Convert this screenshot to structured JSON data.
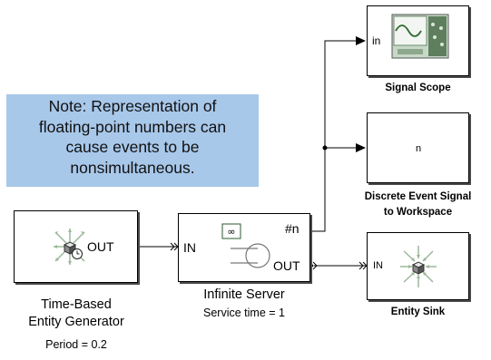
{
  "note": {
    "lines": [
      "Note: Representation of",
      "floating-point numbers can",
      "cause events to be",
      "nonsimultaneous."
    ]
  },
  "blocks": {
    "generator": {
      "out_port": "OUT",
      "caption": [
        "Time-Based",
        "Entity Generator"
      ],
      "param": "Period = 0.2"
    },
    "server": {
      "in_port": "IN",
      "out_port": "OUT",
      "n_port": "#n",
      "caption": "Infinite Server",
      "param": "Service time = 1"
    },
    "scope": {
      "in_port": "in",
      "caption": "Signal Scope"
    },
    "workspace": {
      "glyph_label": "n",
      "caption": [
        "Discrete Event Signal",
        "to Workspace"
      ]
    },
    "sink": {
      "in_port": "IN",
      "caption": "Entity Sink"
    }
  },
  "colors": {
    "note_bg": "#a8c8ea",
    "block_border": "#000000",
    "block_shadow": "#4a4a4a",
    "wire": "#000000"
  },
  "icons": [
    "entity-generator-icon",
    "infinite-server-icon",
    "signal-scope-icon",
    "entity-sink-icon"
  ]
}
